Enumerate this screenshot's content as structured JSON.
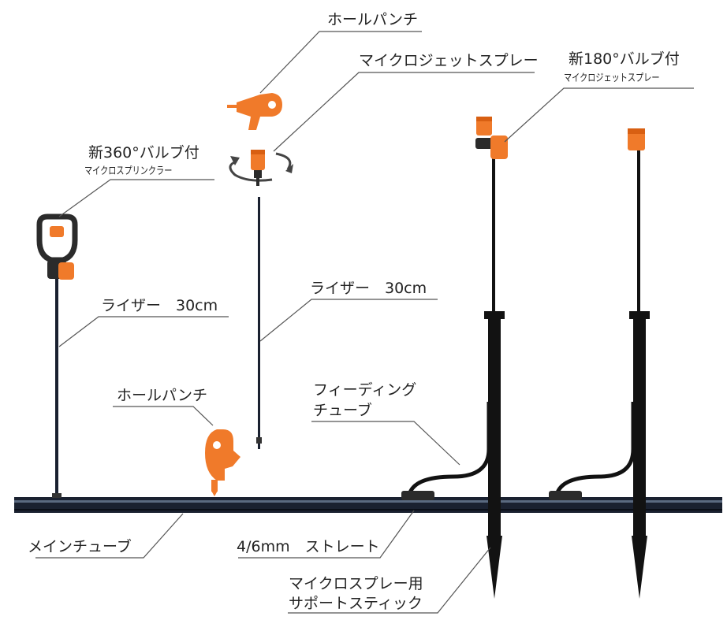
{
  "labels": {
    "hole_punch_top": "ホールパンチ",
    "microjet_spray": "マイクロジェットスプレー",
    "new_180_line1": "新180°バルブ付",
    "new_180_line2": "マイクロジェットスプレー",
    "new_360_line1": "新360°バルブ付",
    "new_360_line2": "マイクロスプリンクラー",
    "riser_left": "ライザー　30cm",
    "riser_center": "ライザー　30cm",
    "hole_punch_bottom": "ホールパンチ",
    "feeding_tube_line1": "フィーディング",
    "feeding_tube_line2": "チューブ",
    "main_tube": "メインチューブ",
    "straight": "4/6mm　ストレート",
    "support_stick_line1": "マイクロスプレー用",
    "support_stick_line2": "サポートスティック"
  },
  "colors": {
    "orange": "#f07a2a",
    "dark_orange": "#d85f12",
    "tube": "#1a2130",
    "stick": "#121212",
    "leader": "#555555"
  }
}
